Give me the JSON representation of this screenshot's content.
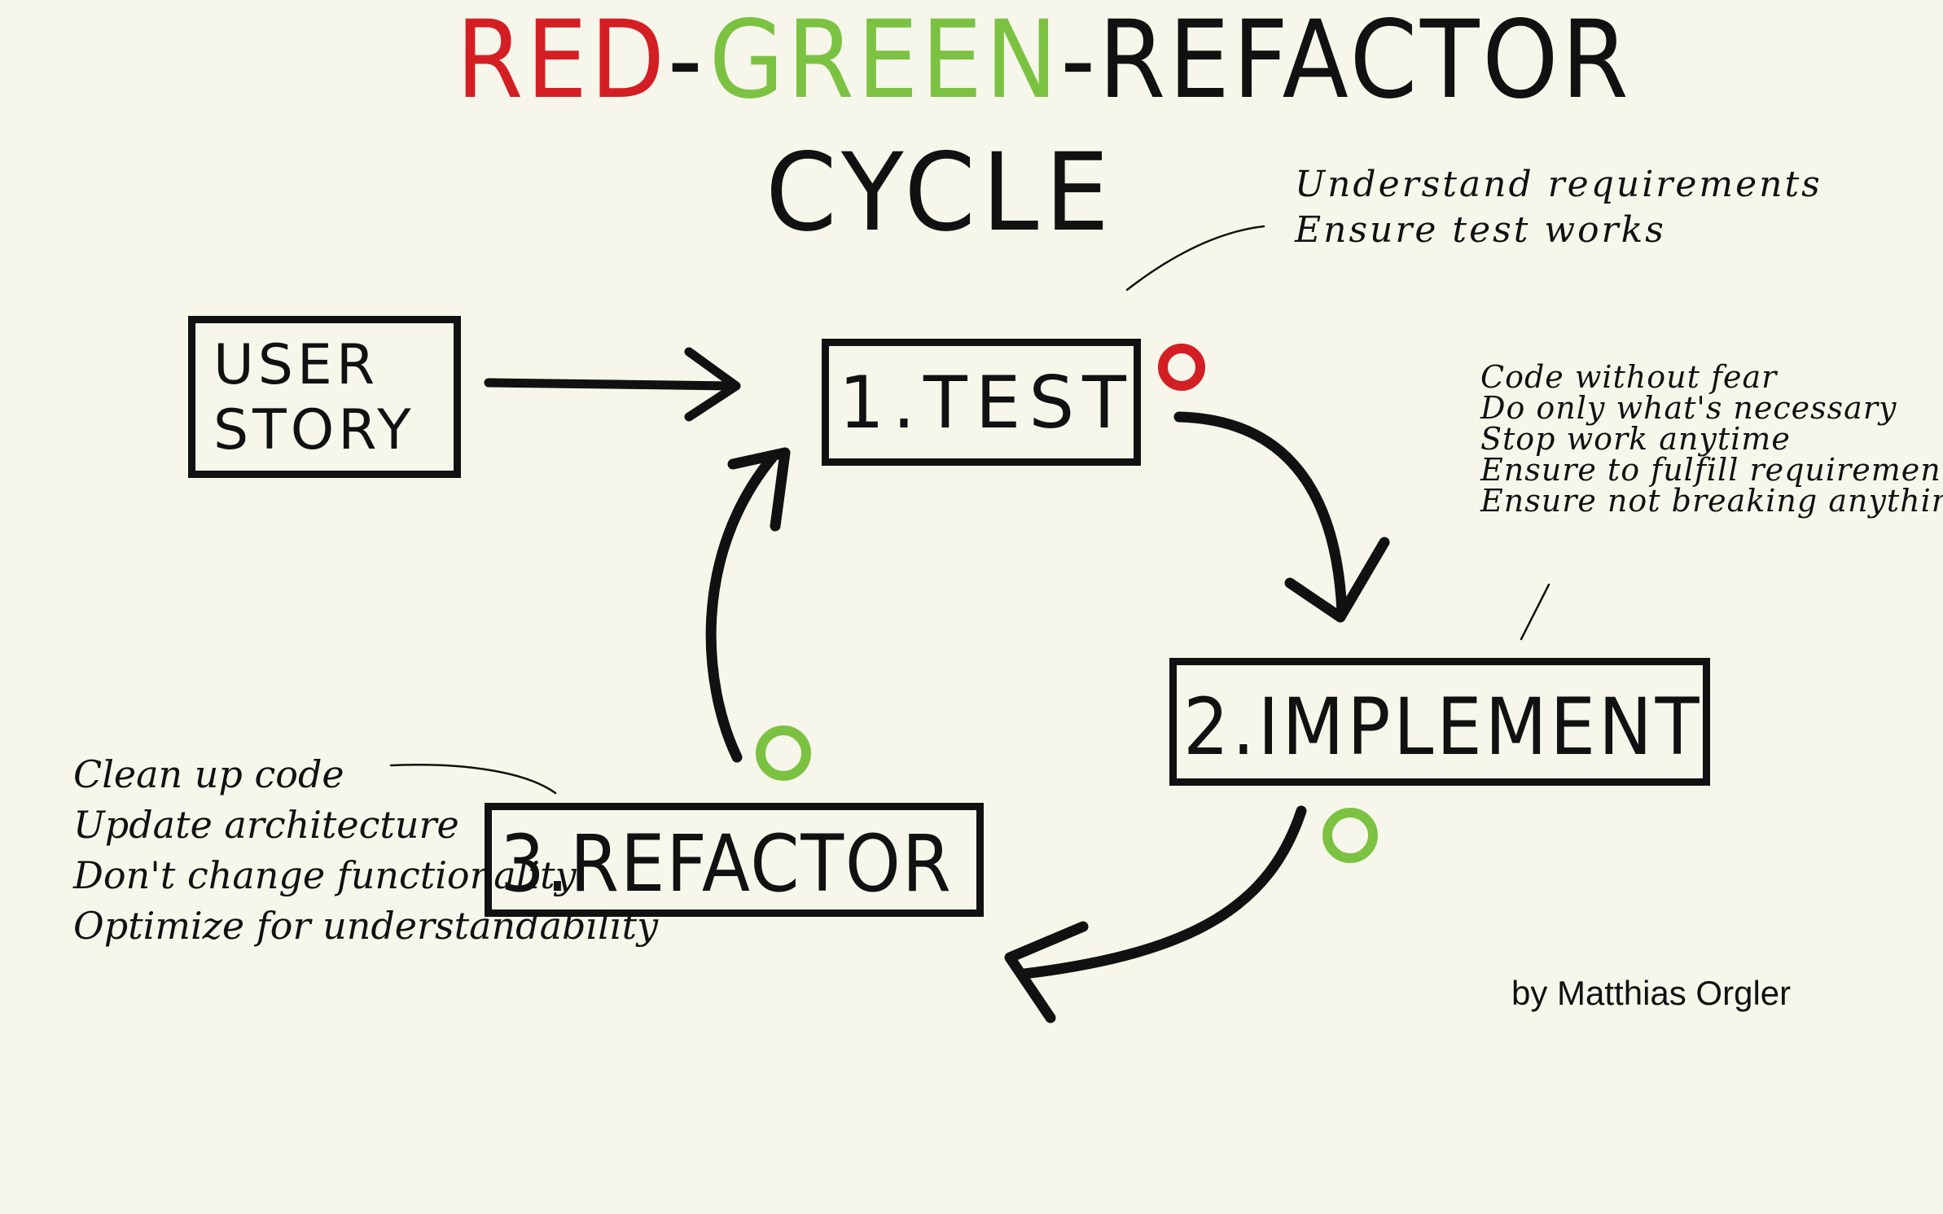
{
  "title": {
    "red": "RED",
    "sep1": "-",
    "green": "GREEN",
    "sep2": "-",
    "rest": "REFACTOR",
    "line2": "CYCLE"
  },
  "colors": {
    "red": "#d31f24",
    "green": "#7cc242",
    "ink": "#111111",
    "background": "#f7f6eb"
  },
  "boxes": {
    "user_story": [
      "USER",
      "STORY"
    ],
    "test": "1.TEST",
    "implement": "2.IMPLEMENT",
    "refactor": "3.REFACTOR"
  },
  "notes": {
    "test": [
      "Understand requirements",
      "Ensure test works"
    ],
    "implement": [
      "Code without fear",
      "Do only what's necessary",
      "Stop work anytime",
      "Ensure to fulfill requirements",
      "Ensure not breaking anything"
    ],
    "refactor": [
      "Clean up code",
      "Update architecture",
      "Don't change functionality",
      "Optimize for understandability"
    ]
  },
  "status_markers": {
    "test": "red",
    "implement": "green",
    "refactor": "green"
  },
  "author": "by Matthias Orgler"
}
